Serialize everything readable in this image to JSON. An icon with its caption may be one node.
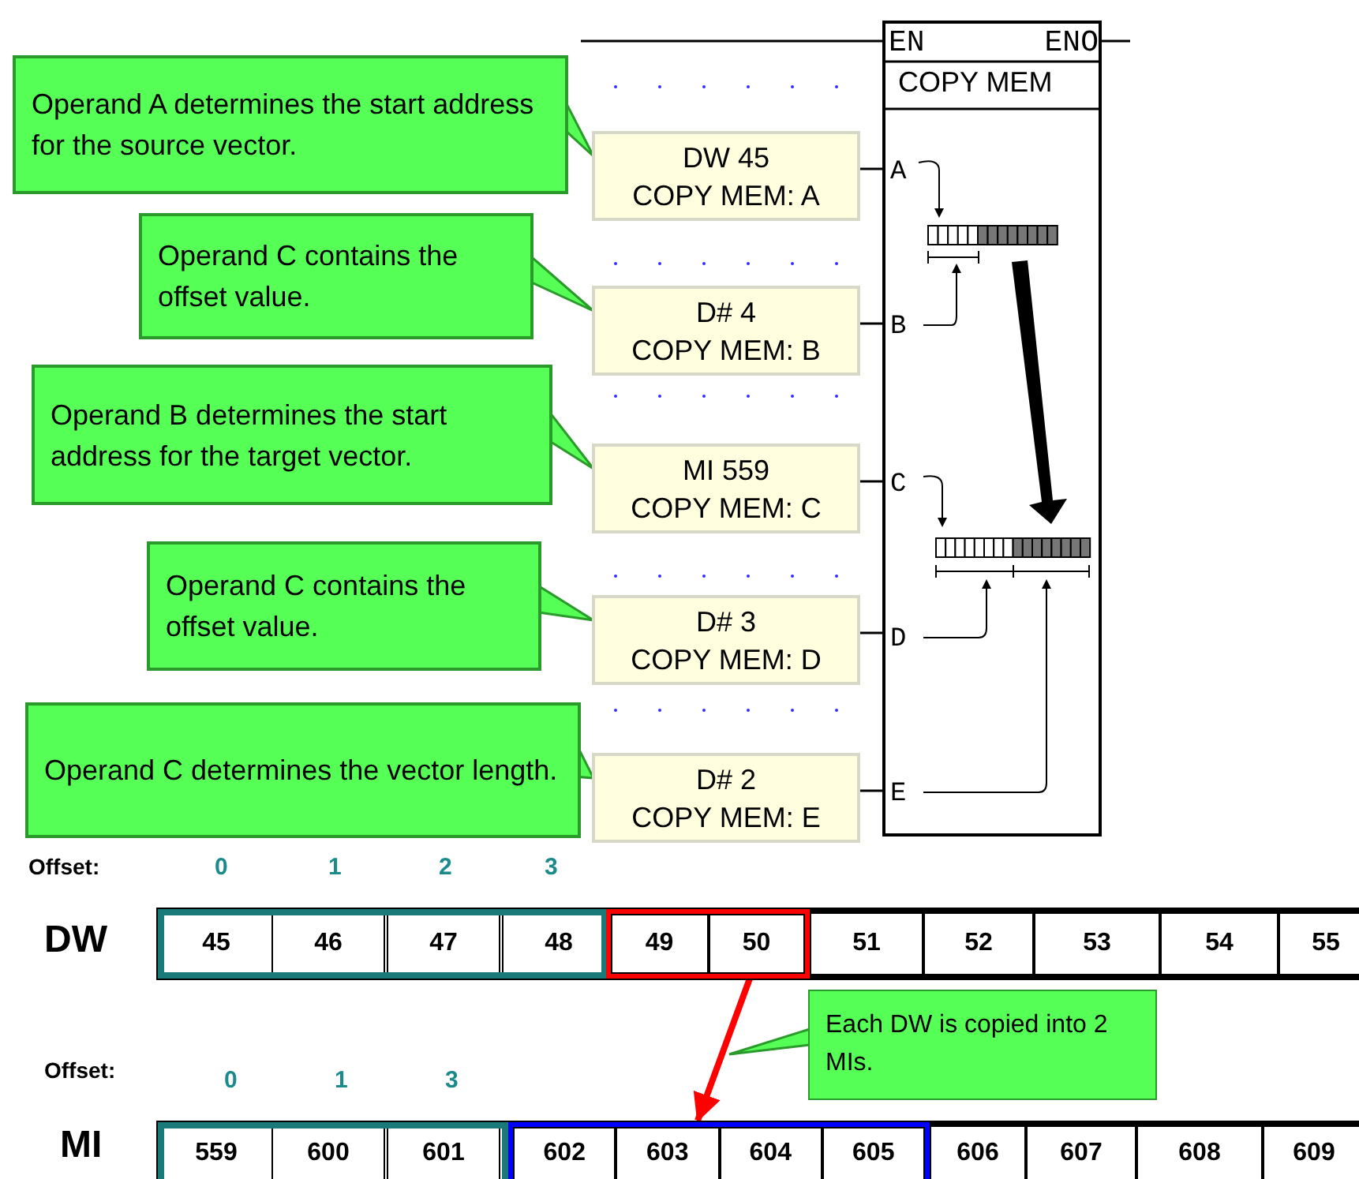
{
  "diagram": {
    "nodes": [
      {
        "text": [
          "EN",
          "ENO",
          "COPY MEM"
        ]
      },
      {
        "text": [
          "Operand A determines the start address for the source vector."
        ]
      },
      {
        "text": [
          "Operand C contains the offset value."
        ]
      },
      {
        "text": [
          "Operand B determines the start address for the target vector."
        ]
      },
      {
        "text": [
          "Operand C contains the offset value."
        ]
      },
      {
        "text": [
          "Operand C determines the vector length."
        ]
      },
      {
        "text": [
          "DW 45",
          "COPY MEM: A"
        ]
      },
      {
        "text": [
          "D# 4",
          "COPY MEM: B"
        ]
      },
      {
        "text": [
          "MI 559",
          "COPY MEM: C"
        ]
      },
      {
        "text": [
          "D# 3",
          "COPY MEM: D"
        ]
      },
      {
        "text": [
          "D# 2",
          "COPY MEM: E"
        ]
      },
      {
        "text": [
          "49",
          "50"
        ]
      },
      {
        "text": [
          "Each DW is copied into 2 MIs."
        ]
      },
      {
        "text": [
          "602",
          "603",
          "604",
          "605"
        ]
      }
    ],
    "edges": [
      {
        "from": 1,
        "to": 6,
        "arrow": "to"
      },
      {
        "from": 2,
        "to": 7,
        "arrow": "to"
      },
      {
        "from": 3,
        "to": 8,
        "arrow": "to"
      },
      {
        "from": 4,
        "to": 9,
        "arrow": "to"
      },
      {
        "from": 5,
        "to": 10,
        "arrow": "to"
      },
      {
        "from": 6,
        "to": 0,
        "arrow": "none",
        "color": "#000000"
      },
      {
        "from": 7,
        "to": 0,
        "arrow": "none",
        "color": "#000000"
      },
      {
        "from": 8,
        "to": 0,
        "arrow": "none",
        "color": "#000000"
      },
      {
        "from": 9,
        "to": 0,
        "arrow": "none",
        "color": "#000000"
      },
      {
        "from": 10,
        "to": 0,
        "arrow": "none",
        "color": "#000000"
      },
      {
        "from": 11,
        "to": 13,
        "arrow": "to",
        "style": "thick",
        "color": "#ff0000"
      },
      {
        "from": 12,
        "to": null,
        "arrow": "to"
      }
    ],
    "labels": [
      "A",
      "B",
      "C",
      "D",
      "E",
      "Offset:",
      "0",
      "1",
      "2",
      "3",
      "DW",
      "45",
      "46",
      "47",
      "48",
      "51",
      "52",
      "53",
      "54",
      "55",
      "Offset:",
      "0",
      "1",
      "3",
      "MI",
      "559",
      "600",
      "601",
      "606",
      "607",
      "608",
      "609"
    ]
  }
}
